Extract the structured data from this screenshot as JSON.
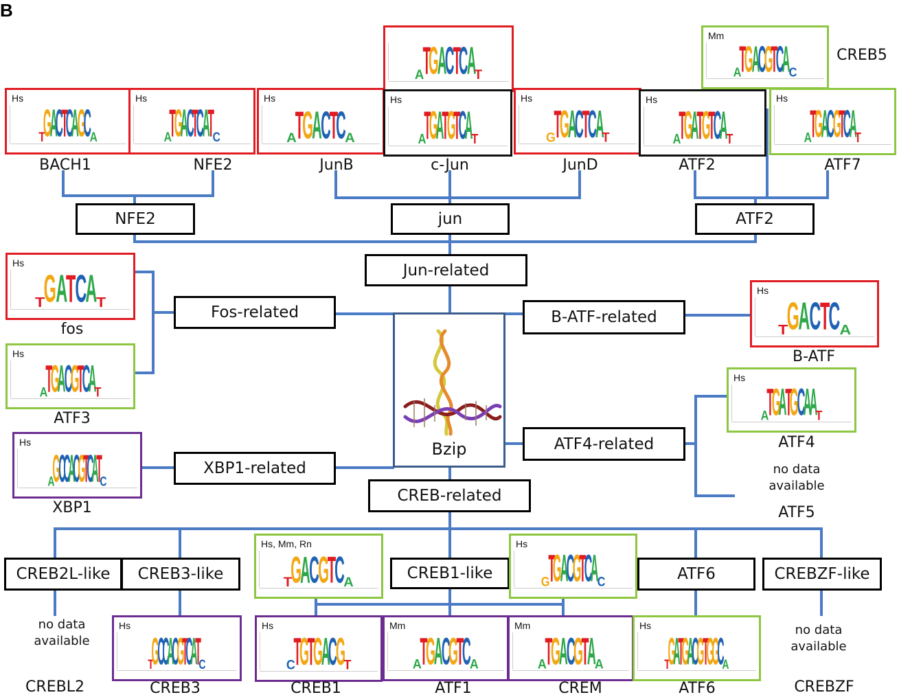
{
  "panel_label": "B",
  "colors": {
    "line": "#4a7bc4",
    "red_border": "#e01b22",
    "green_border": "#8dc641",
    "black_border": "#111111",
    "purple_border": "#6c2d91",
    "A": "#2ea84a",
    "C": "#1f62b5",
    "G": "#f2a713",
    "T": "#e01b22"
  },
  "center": {
    "label": "Bzip",
    "image": "bzip-dna-structure"
  },
  "categories": {
    "nfe2": "NFE2",
    "jun": "jun",
    "atf2": "ATF2",
    "jun_related": "Jun-related",
    "fos_related": "Fos-related",
    "batf_related": "B-ATF-related",
    "atf4_related": "ATF4-related",
    "xbp1_related": "XBP1-related",
    "creb_related": "CREB-related",
    "creb2l_like": "CREB2L-like",
    "creb3_like": "CREB3-like",
    "creb1_like": "CREB1-like",
    "atf6": "ATF6",
    "crebzf_like": "CREBZF-like"
  },
  "captions": {
    "bach1": "BACH1",
    "nfe2": "NFE2",
    "junb": "JunB",
    "cjun": "c-Jun",
    "jund": "JunD",
    "atf2": "ATF2",
    "atf7": "ATF7",
    "creb5": "CREB5",
    "fos": "fos",
    "atf3": "ATF3",
    "xbp1": "XBP1",
    "batf": "B-ATF",
    "atf4": "ATF4",
    "atf5_nodata": "no data available",
    "atf5": "ATF5",
    "crebl2_nodata": "no data available",
    "crebl2": "CREBL2",
    "creb3": "CREB3",
    "creb1": "CREB1",
    "atf1": "ATF1",
    "crem": "CREM",
    "atf6": "ATF6",
    "crebzf_nodata": "no data available",
    "crebzf": "CREBZF"
  },
  "logos": {
    "bach1": {
      "species": "Hs",
      "border": "red",
      "motif": "TGACTCAGCA"
    },
    "nfe2": {
      "species": "Hs",
      "border": "red",
      "motif": "ATGACTCATC"
    },
    "junb": {
      "species": "Hs",
      "border": "red",
      "motif": "ATGACTCA"
    },
    "cjun_top": {
      "species": "",
      "border": "red",
      "motif": "ATGACTCAT"
    },
    "cjun": {
      "species": "Hs",
      "border": "black",
      "motif": "ATGATGTCAT"
    },
    "jund": {
      "species": "Hs",
      "border": "red",
      "motif": "GTGACTCAT"
    },
    "atf2": {
      "species": "Hs",
      "border": "black",
      "motif": "ATGATGTCAT"
    },
    "atf7": {
      "species": "Hs",
      "border": "green",
      "motif": "ATGACGTCAT"
    },
    "creb5": {
      "species": "Mm",
      "border": "green",
      "motif": "ATGACGTCAC"
    },
    "fos": {
      "species": "Hs",
      "border": "red",
      "motif": "TGATCAT"
    },
    "atf3": {
      "species": "Hs",
      "border": "green",
      "motif": "ATGACGTCAT"
    },
    "xbp1": {
      "species": "Hs",
      "border": "purple",
      "motif": "AGCCACGTCATC"
    },
    "batf": {
      "species": "Hs",
      "border": "red",
      "motif": "TGACTCA"
    },
    "atf4": {
      "species": "Hs",
      "border": "green",
      "motif": "ATGATGCAAT"
    },
    "creb1_like": {
      "species": "Hs, Mm, Rn",
      "border": "green",
      "motif": "TGACGTCA"
    },
    "atf6_top": {
      "species": "Hs",
      "border": "green",
      "motif": "GTGACGTCAC"
    },
    "creb3": {
      "species": "Hs",
      "border": "purple",
      "motif": "TGCCACGTCATC"
    },
    "creb1": {
      "species": "Hs",
      "border": "purple",
      "motif": "CTGTGACGT"
    },
    "atf1": {
      "species": "Mm",
      "border": "purple",
      "motif": "ATGACGTCA"
    },
    "crem": {
      "species": "Mm",
      "border": "purple",
      "motif": "ATGACGTAA"
    },
    "atf6": {
      "species": "Hs",
      "border": "green",
      "motif": "TGATGACGTGGCA"
    }
  }
}
